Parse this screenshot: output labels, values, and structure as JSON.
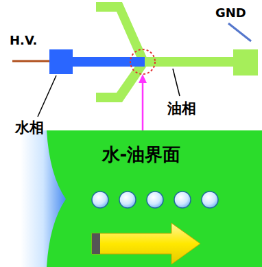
{
  "diagram": {
    "nodes": [
      {
        "text": [
          "水-油界面"
        ]
      }
    ],
    "labels": [
      "H.V.",
      "GND",
      "水相",
      "油相"
    ]
  }
}
